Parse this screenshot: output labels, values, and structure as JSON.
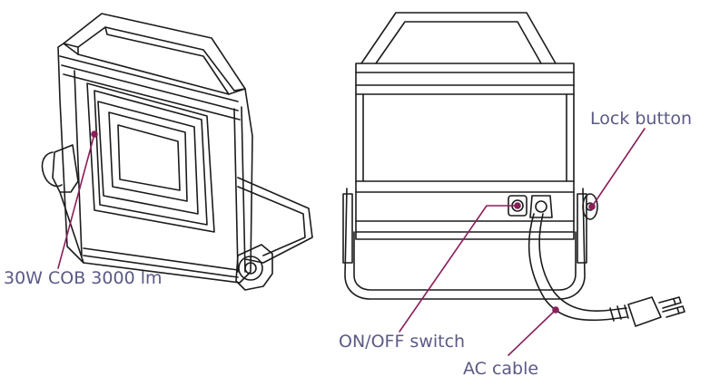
{
  "colors": {
    "line": "#1c1c1c",
    "callout": "#8b1f5a",
    "label": "#5a5a86"
  },
  "labels": {
    "cob": "30W COB 3000 lm",
    "lock": "Lock button",
    "switch": "ON/OFF switch",
    "cable": "AC cable"
  }
}
